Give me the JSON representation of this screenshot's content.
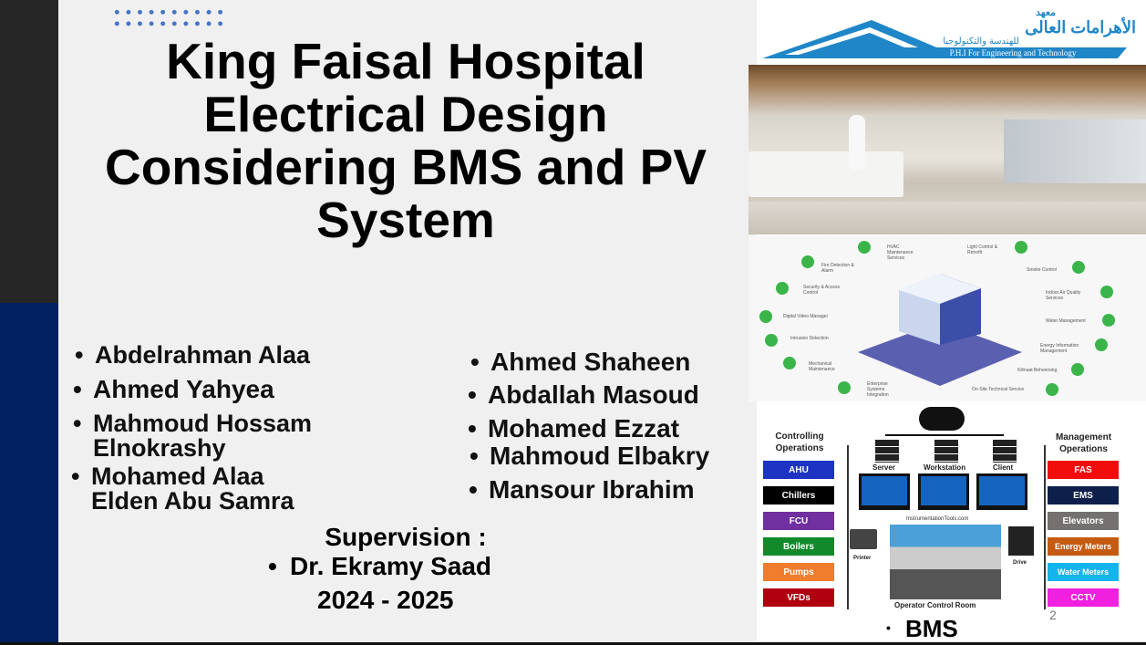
{
  "slide": {
    "title": "King Faisal Hospital Electrical Design Considering BMS and PV System",
    "students_left": [
      "Abdelrahman Alaa",
      "Ahmed Yahyea",
      "Mahmoud Hossam Elnokrashy",
      "Mohamed Alaa Elden Abu Samra"
    ],
    "students_right": [
      "Ahmed Shaheen",
      "Abdallah Masoud",
      "Mohamed Ezzat",
      "Mahmoud Elbakry",
      "Mansour Ibrahim"
    ],
    "supervision_label": "Supervision :",
    "supervisor": "Dr. Ekramy Saad",
    "years": "2024 - 2025",
    "page_number": "2",
    "bms_label": "BMS"
  },
  "logo": {
    "arabic_line1": "معهد",
    "arabic_line2": "الأهرامات العالى",
    "arabic_line3": "للهندسة والتكنولوجيا",
    "english": "P.H.I For Engineering and Technology",
    "color": "#1f86c8"
  },
  "infographic": {
    "left": [
      "Fire Detection & Alarm",
      "Security & Access Control",
      "Digital Video Manager",
      "Intrusion Detection",
      "Mechanical Maintenance",
      "Enterprise Systems Integration"
    ],
    "top": [
      "HVAC Maintenance Services",
      "Light Control & Retrofit"
    ],
    "right": [
      "Smoke Control",
      "Indoor Air Quality Services",
      "Water Management",
      "Energy Information Management",
      "Kilmaat Beheersing",
      "On-Site Technical Service"
    ]
  },
  "bms_diagram": {
    "controlling_title": "Controlling Operations",
    "management_title": "Management Operations",
    "controlling": [
      {
        "label": "AHU",
        "color": "#1c33c4"
      },
      {
        "label": "Chillers",
        "color": "#000000"
      },
      {
        "label": "FCU",
        "color": "#7030a0"
      },
      {
        "label": "Boilers",
        "color": "#108a2a"
      },
      {
        "label": "Pumps",
        "color": "#f07c2e"
      },
      {
        "label": "VFDs",
        "color": "#b00010"
      }
    ],
    "management": [
      {
        "label": "FAS",
        "color": "#f20d0d"
      },
      {
        "label": "EMS",
        "color": "#0d1f4a"
      },
      {
        "label": "Elevators",
        "color": "#767171"
      },
      {
        "label": "Energy Meters",
        "color": "#c55a11"
      },
      {
        "label": "Water Meters",
        "color": "#14b4ec"
      },
      {
        "label": "CCTV",
        "color": "#f020e0"
      }
    ],
    "nodes": [
      "Server",
      "Workstation",
      "Client"
    ],
    "watermark": "InstrumentationTools.com",
    "printer": "Printer",
    "drive": "Drive",
    "room": "Operator Control Room"
  }
}
